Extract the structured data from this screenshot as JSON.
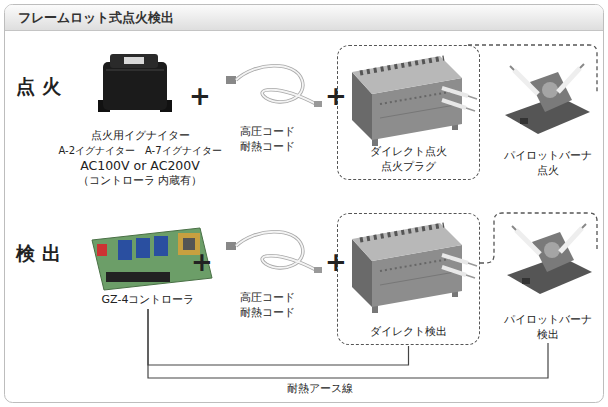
{
  "diagram": {
    "title": "フレームロット式点火検出",
    "nodes": [
      {
        "text": [
          "点火用イグナイター",
          "A-2イグナイター　A-7イグナイター",
          "AC100V or AC200V",
          "（コントローラ 内蔵有）"
        ]
      },
      {
        "text": [
          "高圧コード 耐熱コード"
        ]
      },
      {
        "text": [
          "ダイレクト点火 点火プラグ"
        ]
      },
      {
        "text": [
          "パイロットバーナ 点火"
        ]
      },
      {
        "text": [
          "GZ-4コントローラ"
        ]
      },
      {
        "text": [
          "高圧コード 耐熱コード"
        ]
      },
      {
        "text": [
          "ダイレクト検出"
        ]
      },
      {
        "text": [
          "パイロットバーナ 検出"
        ]
      }
    ],
    "edges": [
      {
        "from": 4,
        "to": 6,
        "arrow": "none"
      },
      {
        "from": 4,
        "to": 7,
        "arrow": "none",
        "label": "耐熱アース線"
      }
    ],
    "labels": [
      "点 火",
      "+",
      "+",
      "検 出",
      "+",
      "+"
    ]
  }
}
